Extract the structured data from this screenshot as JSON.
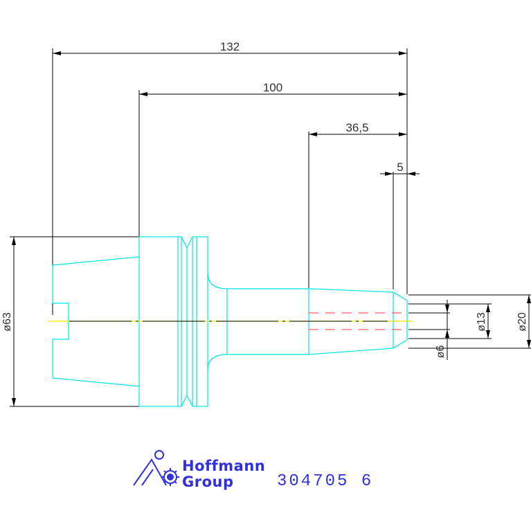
{
  "dimensions": {
    "overall_length": "132",
    "shank_to_tip": "100",
    "taper_length": "36,5",
    "tip_length": "5",
    "flange_diameter": "ø63",
    "tip_diameter": "ø20",
    "bore_diameter": "ø13",
    "inner_bore_diameter": "ø6"
  },
  "logo": {
    "line1": "Hoffmann",
    "line2": "Group"
  },
  "part_number": "304705 6",
  "colors": {
    "outline": "#00e5e5",
    "dimension": "#000000",
    "centerline": "#e8e800",
    "hidden": "#ff3030",
    "brand": "#3030e0"
  }
}
